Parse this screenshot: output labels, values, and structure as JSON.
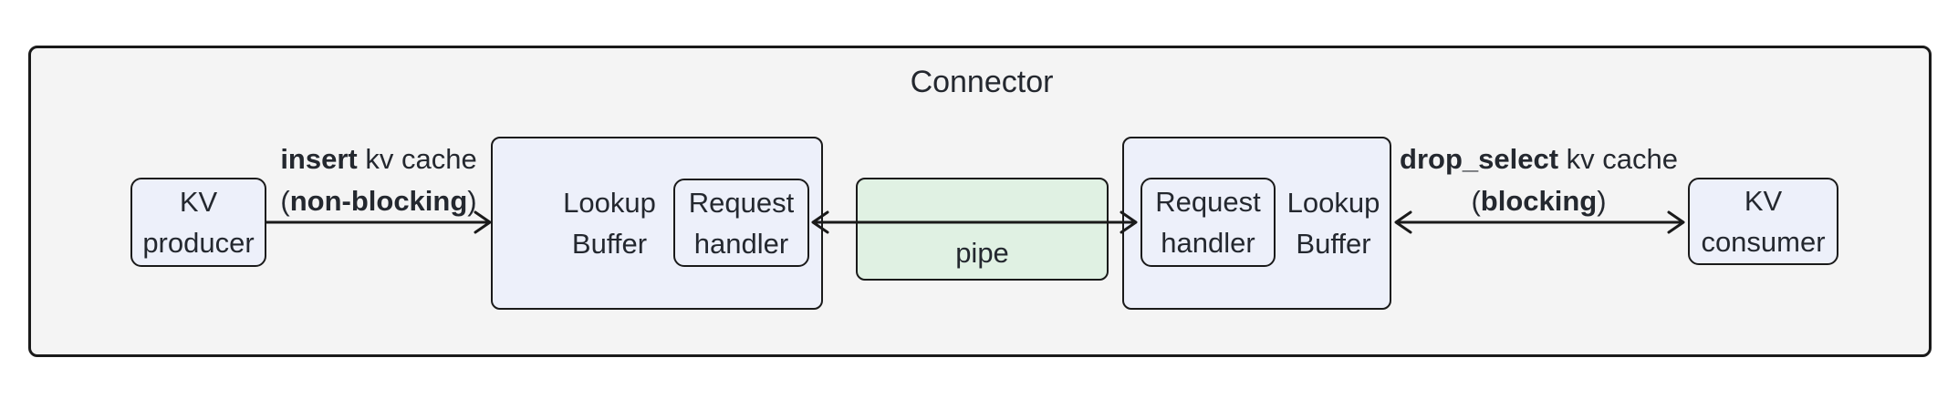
{
  "diagram": {
    "title": "Connector",
    "nodes": {
      "kv_producer": {
        "line1": "KV",
        "line2": "producer"
      },
      "lookup_buffer_left": {
        "line1": "Lookup",
        "line2": "Buffer"
      },
      "request_handler_left": {
        "line1": "Request",
        "line2": "handler"
      },
      "pipe": {
        "label": "pipe"
      },
      "request_handler_right": {
        "line1": "Request",
        "line2": "handler"
      },
      "lookup_buffer_right": {
        "line1": "Lookup",
        "line2": "Buffer"
      },
      "kv_consumer": {
        "line1": "KV",
        "line2": "consumer"
      }
    },
    "edges": {
      "insert": {
        "bold": "insert",
        "rest": " kv cache",
        "paren_open": "(",
        "bold2": "non-blocking",
        "paren_close": ")"
      },
      "drop_select": {
        "bold": "drop_select",
        "rest": " kv cache",
        "paren_open": "(",
        "bold2": "blocking",
        "paren_close": ")"
      }
    },
    "colors": {
      "outer_fill": "#f4f4f4",
      "box_blue": "#edf0fa",
      "box_green": "#e0f1e3",
      "border": "#1a1a1a",
      "text": "#24282f"
    }
  }
}
